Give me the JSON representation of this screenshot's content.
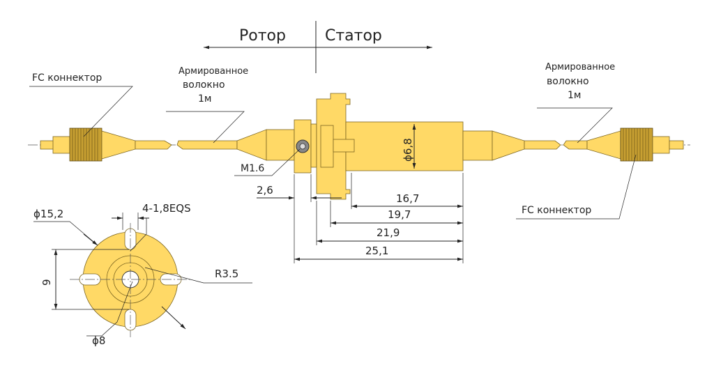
{
  "header": {
    "rotor": "Ротор",
    "stator": "Статор"
  },
  "labels": {
    "fc_left": "FC коннектор",
    "fc_right": "FC коннектор",
    "fiber_left_line1": "Армированное",
    "fiber_left_line2": "волокно",
    "fiber_left_line3": "1м",
    "fiber_right_line1": "Армированное",
    "fiber_right_line2": "волокно",
    "fiber_right_line3": "1м",
    "thread": "M1.6"
  },
  "dimensions": {
    "d_6_8": "ϕ6,8",
    "d_2_6": "2,6",
    "d_16_7": "16,7",
    "d_19_7": "19,7",
    "d_21_9": "21,9",
    "d_25_1": "25,1",
    "flange_d": "ϕ15,2",
    "holes": "4-1,8EQS",
    "radius": "R3.5",
    "height": "9",
    "center_d": "ϕ8"
  },
  "colors": {
    "part": "#FFD966",
    "part_dark": "#C8A032",
    "line": "#222222"
  }
}
